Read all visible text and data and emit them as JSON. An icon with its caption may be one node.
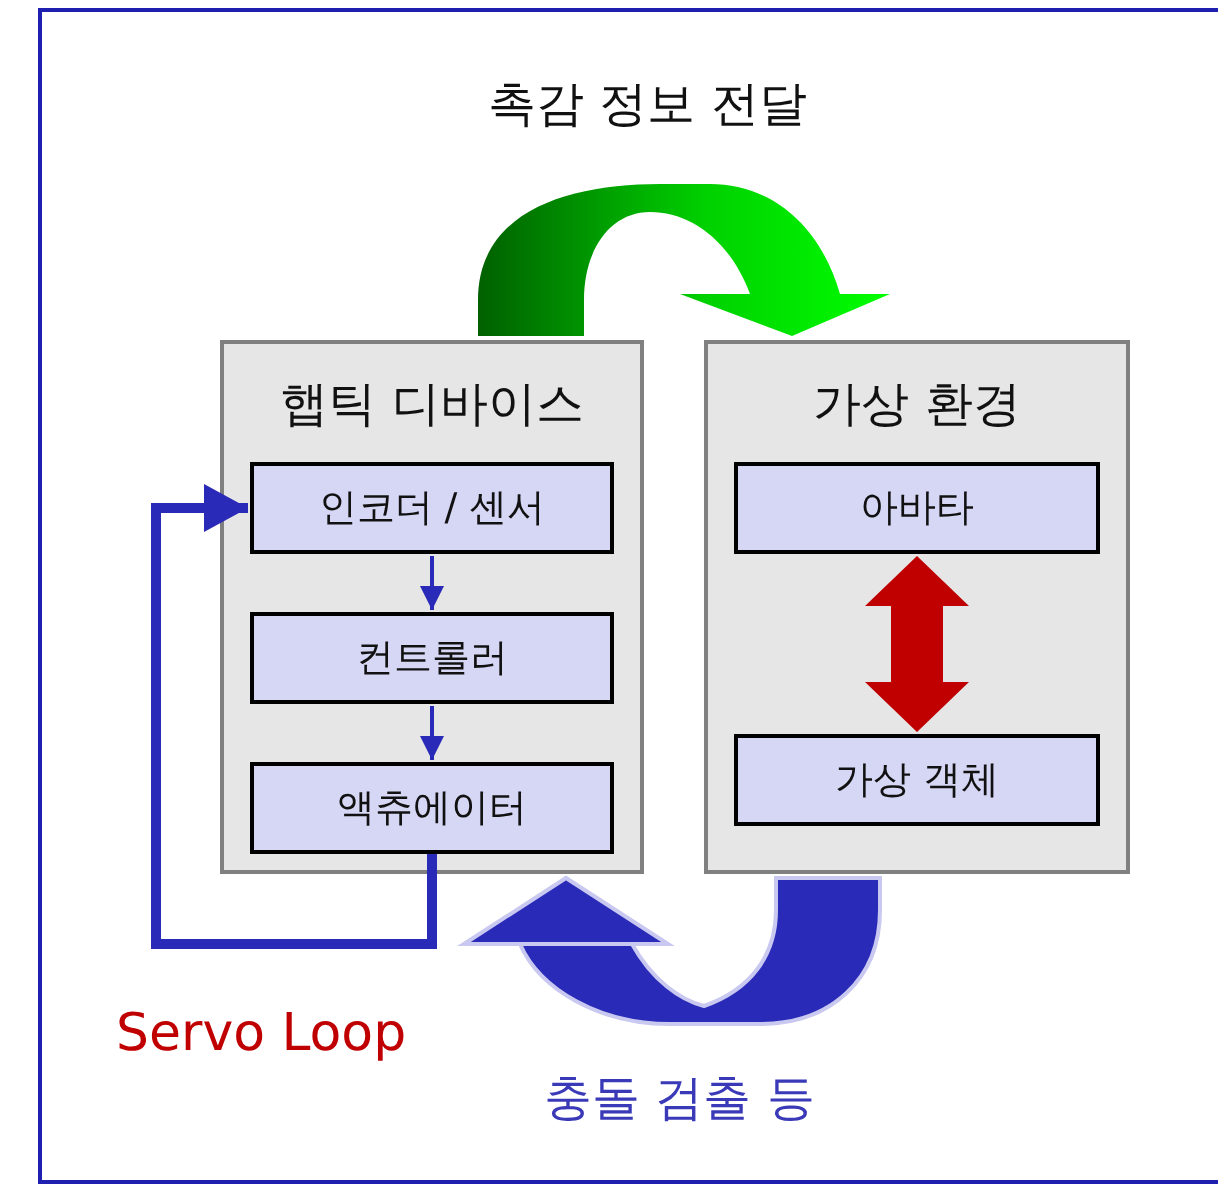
{
  "diagram": {
    "nodes": [
      {
        "text": [
          "햅틱 디바이스"
        ]
      },
      {
        "text": [
          "인코더 / 센서"
        ],
        "in": 0
      },
      {
        "text": [
          "컨트롤러"
        ],
        "in": 0
      },
      {
        "text": [
          "액츄에이터"
        ],
        "in": 0
      },
      {
        "text": [
          "가상 환경"
        ]
      },
      {
        "text": [
          "아바타"
        ],
        "in": 4
      },
      {
        "text": [
          "가상 객체"
        ],
        "in": 4
      }
    ],
    "edges": [
      {
        "from": 1,
        "to": 2,
        "arrow": "to"
      },
      {
        "from": 2,
        "to": 3,
        "arrow": "to"
      },
      {
        "from": 3,
        "to": 1,
        "arrow": "to",
        "label": "Servo Loop",
        "style": "thick"
      },
      {
        "from": 0,
        "to": 4,
        "arrow": "to",
        "label": "촉감 정보 전달",
        "style": "thick",
        "color": "#00d000"
      },
      {
        "from": 4,
        "to": 0,
        "arrow": "to",
        "label": "충돌 검출 등",
        "style": "thick"
      },
      {
        "from": 5,
        "to": 6,
        "arrow": "both",
        "style": "thick",
        "color": "#c00000"
      }
    ]
  }
}
